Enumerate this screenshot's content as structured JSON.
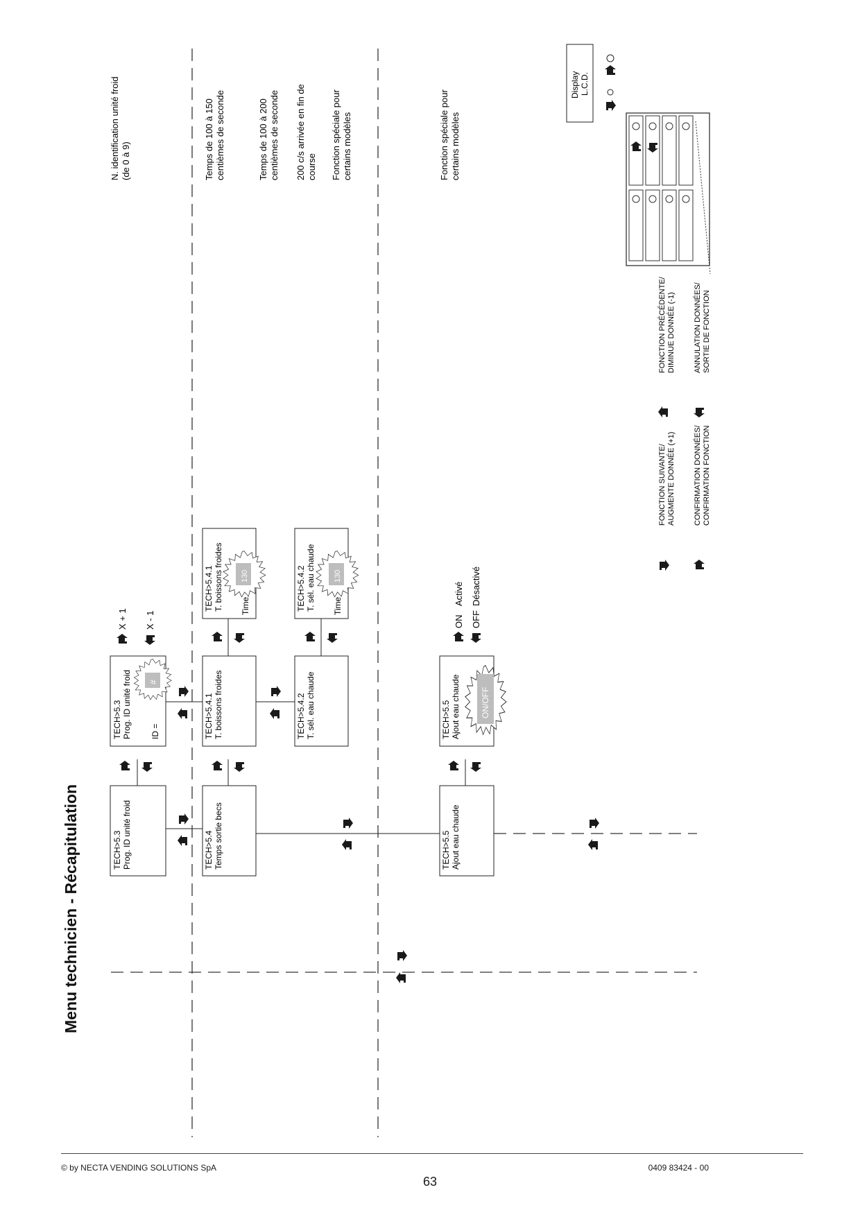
{
  "title": "Menu technicien - Récapitulation",
  "footer": {
    "copyright": "© by NECTA VENDING SOLUTIONS SpA",
    "page_number": "63",
    "doc_code": "0409 83424 - 00"
  },
  "boxes": {
    "b_5_3": [
      "TECH>5.3",
      "Prog. ID unité froid"
    ],
    "b_5_3_prog": [
      "TECH>5.3",
      "Prog. ID unité froid"
    ],
    "b_5_3_id": "ID =",
    "b_5_3_value": "#",
    "b_5_4": [
      "TECH>5.4",
      "Temps sortie becs"
    ],
    "b_5_4_1": [
      "TECH>5.4.1",
      "T.  boissons froides"
    ],
    "b_5_4_1_time": [
      "TECH>5.4.1",
      "T.  boissons froides"
    ],
    "b_5_4_2": [
      "TECH>5.4.2",
      "T.  sél. eau chaude"
    ],
    "b_5_4_2_time": [
      "TECH>5.4.2",
      "T.  sél. eau chaude"
    ],
    "time_label": "Time",
    "time_value": "130",
    "b_5_5": [
      "TECH>5.5",
      "Ajout eau chaude"
    ],
    "b_5_5_sel": [
      "TECH>5.5",
      "Ajout eau chaude"
    ],
    "b_5_5_value": "ON/OFF"
  },
  "arrow_labels": {
    "x_plus": "X + 1",
    "x_minus": "X - 1",
    "on": "ON",
    "off": "OFF",
    "active": "Activé",
    "inactive": "Désactivé"
  },
  "notes": {
    "id_note": [
      "N. identification unité froid",
      "(de 0 à 9)"
    ],
    "time_150": [
      "Temps de 100 à 150",
      "centièmes de seconde"
    ],
    "time_200": [
      "Temps de 100 à 200",
      "centièmes de seconde"
    ],
    "end_run": [
      "200  c/s arrivée en fin de",
      "course"
    ],
    "special_1": [
      "Fonction spéciale pour",
      "certains  modèles"
    ],
    "special_2": [
      "Fonction spéciale pour",
      "certains  modèles"
    ]
  },
  "legend": {
    "next": [
      "FONCTION SUIVANTE/",
      "AUGMENTE DONNÉE (+1)"
    ],
    "confirm": [
      "CONFIRMATION DONNÉES/",
      "CONFIRMATION FONCTION"
    ],
    "previous": [
      "FONCTION PRÉCÉDENTE/",
      "DIMINUE DONNÉE (-1)"
    ],
    "cancel": [
      "ANNULATION DONNÉES/",
      "SORTIE DE FONCTION"
    ],
    "display": [
      "Display",
      "L.C.D."
    ]
  },
  "icons": [
    "arrow-right-icon",
    "arrow-left-icon",
    "arrow-up-icon",
    "arrow-down-icon",
    "starburst-icon",
    "keypad-icon"
  ]
}
